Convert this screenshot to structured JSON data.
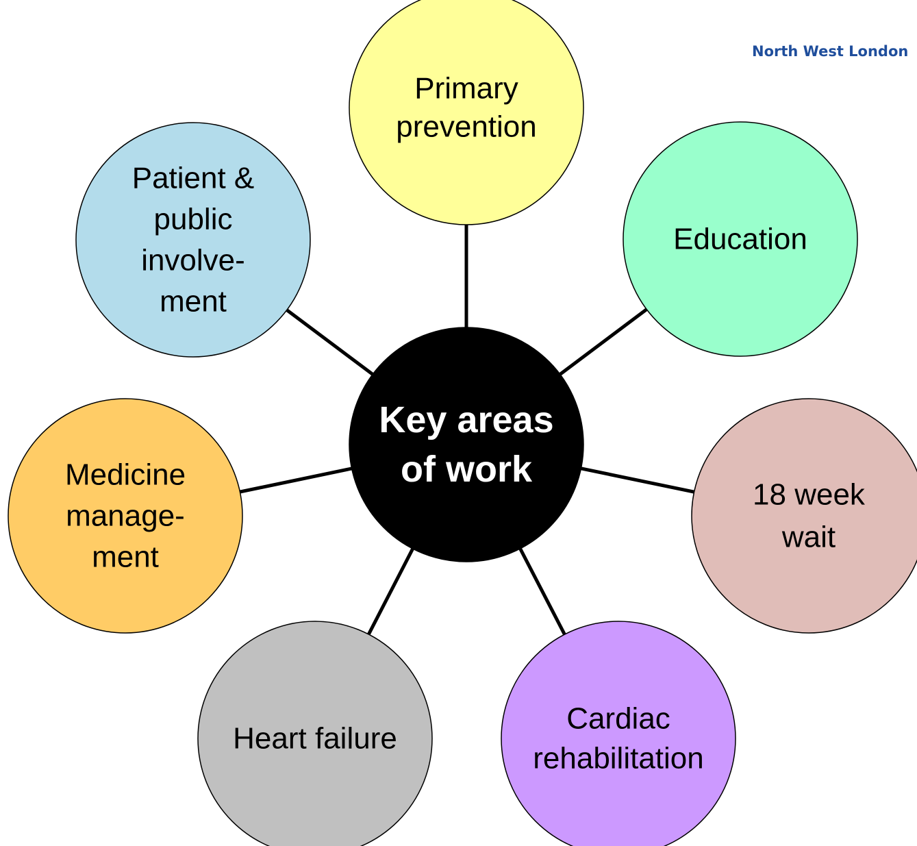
{
  "logo": {
    "text": "North West London",
    "color": "#1f4e9c"
  },
  "center": {
    "lines": [
      "Key areas",
      "of work"
    ],
    "fill": "#000000",
    "text_color": "#ffffff"
  },
  "nodes": [
    {
      "id": "primary-prevention",
      "lines": [
        "Primary",
        "prevention"
      ],
      "fill": "#ffff99"
    },
    {
      "id": "education",
      "lines": [
        "Education"
      ],
      "fill": "#99ffcc"
    },
    {
      "id": "18-week-wait",
      "lines": [
        "18 week",
        "wait"
      ],
      "fill": "#e0bdb8"
    },
    {
      "id": "cardiac-rehabilitation",
      "lines": [
        "Cardiac",
        "rehabilitation"
      ],
      "fill": "#cc99ff"
    },
    {
      "id": "heart-failure",
      "lines": [
        "Heart failure"
      ],
      "fill": "#c0c0c0"
    },
    {
      "id": "medicine-management",
      "lines": [
        "Medicine",
        "manage-",
        "ment"
      ],
      "fill": "#ffcc66"
    },
    {
      "id": "patient-public-involvement",
      "lines": [
        "Patient &",
        "public",
        "involve-",
        "ment"
      ],
      "fill": "#b3dceb"
    }
  ]
}
